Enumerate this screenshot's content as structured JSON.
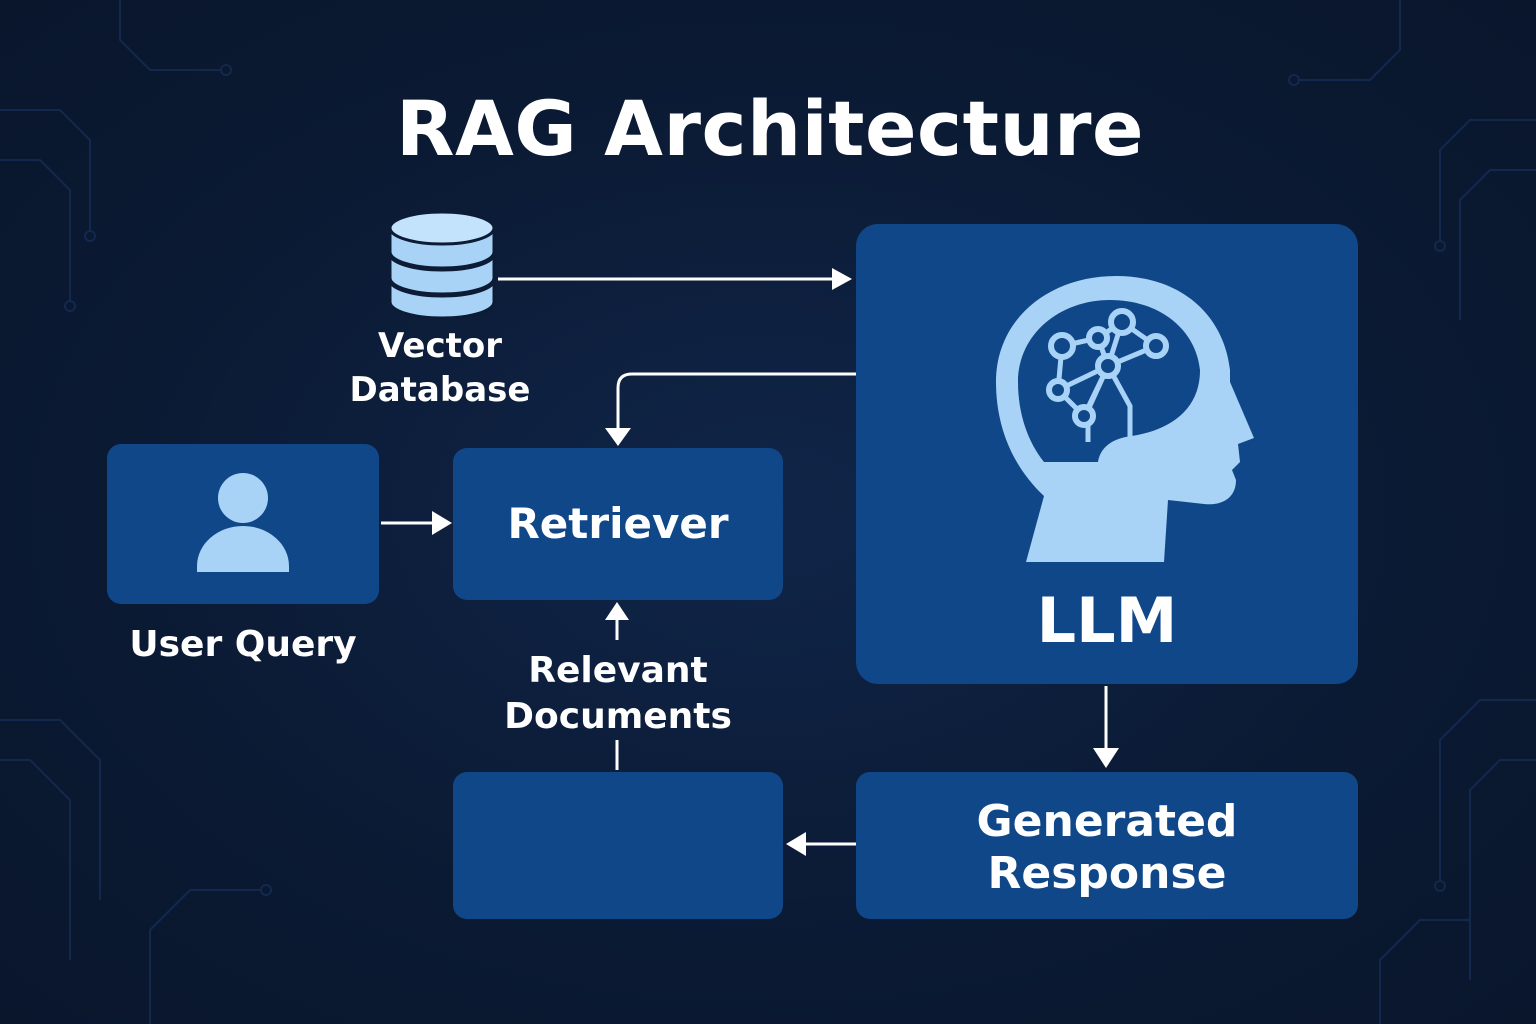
{
  "title": "RAG Architecture",
  "nodes": {
    "vector_db": {
      "line1": "Vector",
      "line2": "Database",
      "icon": "database-icon"
    },
    "user_query": {
      "label": "User Query",
      "icon": "user-icon"
    },
    "retriever": {
      "label": "Retriever"
    },
    "relevant_docs": {
      "line1": "Relevant",
      "line2": "Documents"
    },
    "llm": {
      "label": "LLM",
      "icon": "brain-head-icon"
    },
    "generated_response": {
      "line1": "Generated",
      "line2": "Response"
    }
  },
  "colors": {
    "background": "#0c1c36",
    "box": "#104788",
    "icon": "#a8d3f6",
    "text": "#ffffff"
  }
}
